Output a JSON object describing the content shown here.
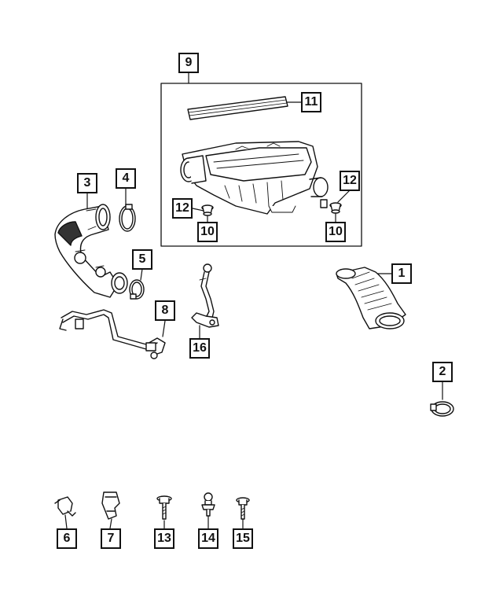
{
  "diagram": {
    "callouts": [
      {
        "id": "c1",
        "label": "1"
      },
      {
        "id": "c2",
        "label": "2"
      },
      {
        "id": "c3",
        "label": "3"
      },
      {
        "id": "c4",
        "label": "4"
      },
      {
        "id": "c5",
        "label": "5"
      },
      {
        "id": "c6",
        "label": "6"
      },
      {
        "id": "c7",
        "label": "7"
      },
      {
        "id": "c8",
        "label": "8"
      },
      {
        "id": "c9",
        "label": "9"
      },
      {
        "id": "c10a",
        "label": "10"
      },
      {
        "id": "c10b",
        "label": "10"
      },
      {
        "id": "c11",
        "label": "11"
      },
      {
        "id": "c12a",
        "label": "12"
      },
      {
        "id": "c12b",
        "label": "12"
      },
      {
        "id": "c13",
        "label": "13"
      },
      {
        "id": "c14",
        "label": "14"
      },
      {
        "id": "c15",
        "label": "15"
      },
      {
        "id": "c16",
        "label": "16"
      }
    ],
    "colors": {
      "line": "#111111",
      "fill": "#ffffff",
      "shade": "#555555"
    }
  }
}
